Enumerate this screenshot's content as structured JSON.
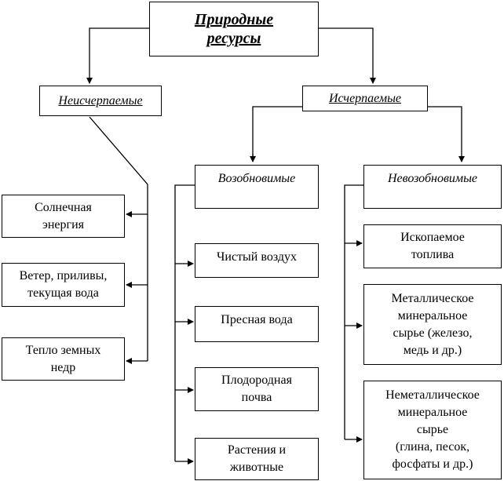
{
  "diagram": {
    "root": {
      "label": "Природные\nресурсы"
    },
    "categories": {
      "inexhaustible": {
        "label": "Неисчерпаемые"
      },
      "exhaustible": {
        "label": "Исчерпаемые"
      }
    },
    "subcategories": {
      "renewable": {
        "label": "Возобновимые"
      },
      "nonrenewable": {
        "label": "Невозобновимые"
      }
    },
    "inexhaustible_items": [
      {
        "label": "Солнечная\nэнергия"
      },
      {
        "label": "Ветер, приливы,\nтекущая вода"
      },
      {
        "label": "Тепло земных\nнедр"
      }
    ],
    "renewable_items": [
      {
        "label": "Чистый воздух"
      },
      {
        "label": "Пресная вода"
      },
      {
        "label": "Плодородная\nпочва"
      },
      {
        "label": "Растения и\nживотные"
      }
    ],
    "nonrenewable_items": [
      {
        "label": "Ископаемое\nтоплива"
      },
      {
        "label": "Металлическое\nминеральное\nсырье (железо,\nмедь и др.)"
      },
      {
        "label": "Неметаллическое\nминеральное\nсырье\n(глина, песок,\nфосфаты и др.)"
      }
    ]
  }
}
